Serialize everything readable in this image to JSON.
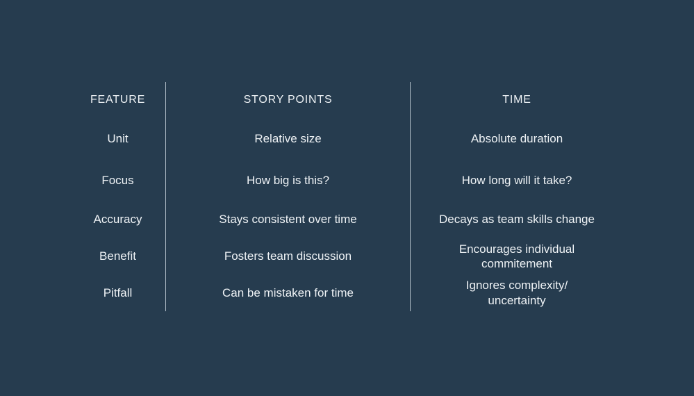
{
  "theme": {
    "background": "#263c4f",
    "line_color": "#b2bfc9",
    "text_color": "#eef2f5"
  },
  "table": {
    "headers": [
      "FEATURE",
      "STORY POINTS",
      "TIME"
    ],
    "rows": [
      {
        "feature": "Unit",
        "story_points": "Relative size",
        "time": "Absolute duration"
      },
      {
        "feature": "Focus",
        "story_points": "How big is this?",
        "time": "How long will it take?"
      },
      {
        "feature": "Accuracy",
        "story_points": "Stays consistent over time",
        "time": "Decays as team skills change"
      },
      {
        "feature": "Benefit",
        "story_points": "Fosters team discussion",
        "time": "Encourages individual\ncommitement"
      },
      {
        "feature": "Pitfall",
        "story_points": "Can be mistaken for time",
        "time": "Ignores complexity/\nuncertainty"
      }
    ]
  }
}
